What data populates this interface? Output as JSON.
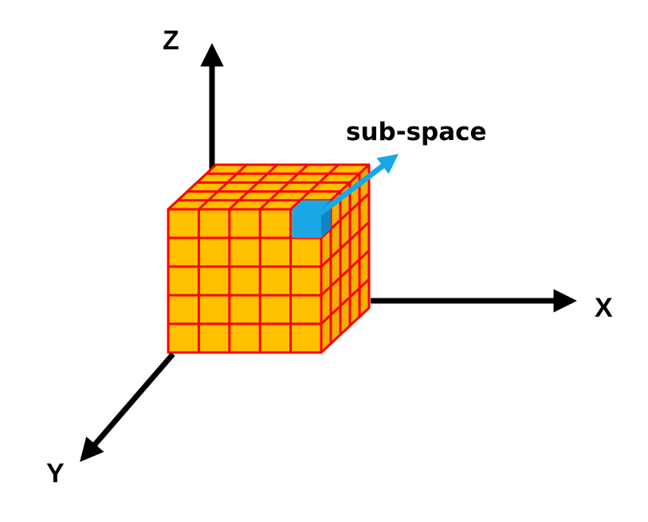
{
  "axes": {
    "x_label": "X",
    "y_label": "Y",
    "z_label": "Z"
  },
  "annotation": {
    "label": "sub-space"
  },
  "cube": {
    "front_grid": 5,
    "top_grid": 5,
    "side_grid": 5
  },
  "colors": {
    "cube_fill": "#FFC000",
    "cube_side_fill": "#F2B000",
    "grid_line": "#FF0000",
    "subspace_fill": "#1AA7E6",
    "subspace_side": "#0E86C6",
    "annotation_arrow": "#1AA7E6",
    "axis": "#000000"
  }
}
